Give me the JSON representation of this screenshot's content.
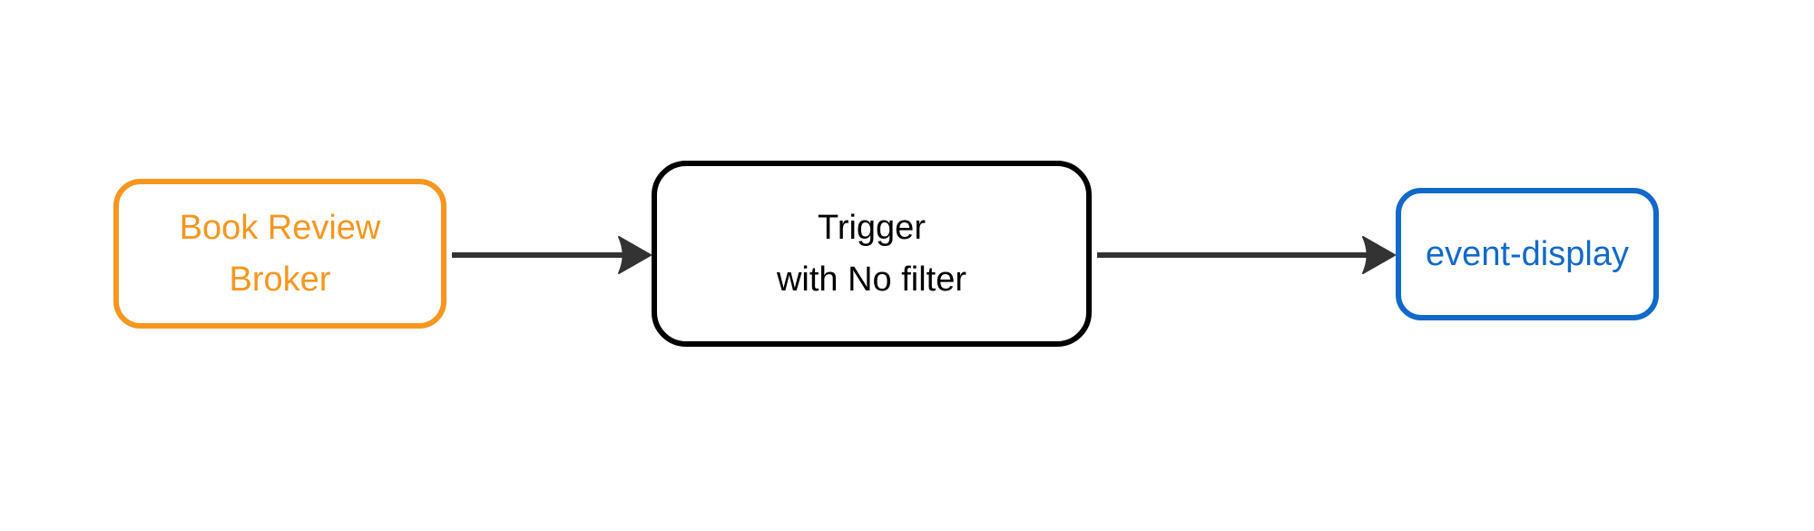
{
  "diagram": {
    "type": "flow",
    "background": "#ffffff",
    "colors": {
      "canvas": "#ffffff",
      "broker": "#f6961e",
      "trigger": "#000000",
      "event": "#1169c9",
      "edge": "#333333"
    },
    "nodes": [
      {
        "id": "book-review-broker",
        "label": "Book Review Broker",
        "lines": [
          "Book Review",
          "Broker"
        ],
        "border_color": "#f6961e",
        "text_color": "#f6961e"
      },
      {
        "id": "trigger-with-no-filter",
        "label": "Trigger with No filter",
        "lines": [
          "Trigger",
          "with No filter"
        ],
        "border_color": "#000000",
        "text_color": "#000000"
      },
      {
        "id": "event-display",
        "label": "event-display",
        "lines": [
          "event-display"
        ],
        "border_color": "#1169c9",
        "text_color": "#1169c9"
      }
    ],
    "edges": [
      {
        "from": "book-review-broker",
        "to": "trigger-with-no-filter",
        "direction": "right",
        "color": "#333333"
      },
      {
        "from": "trigger-with-no-filter",
        "to": "event-display",
        "direction": "right",
        "color": "#333333"
      }
    ]
  }
}
